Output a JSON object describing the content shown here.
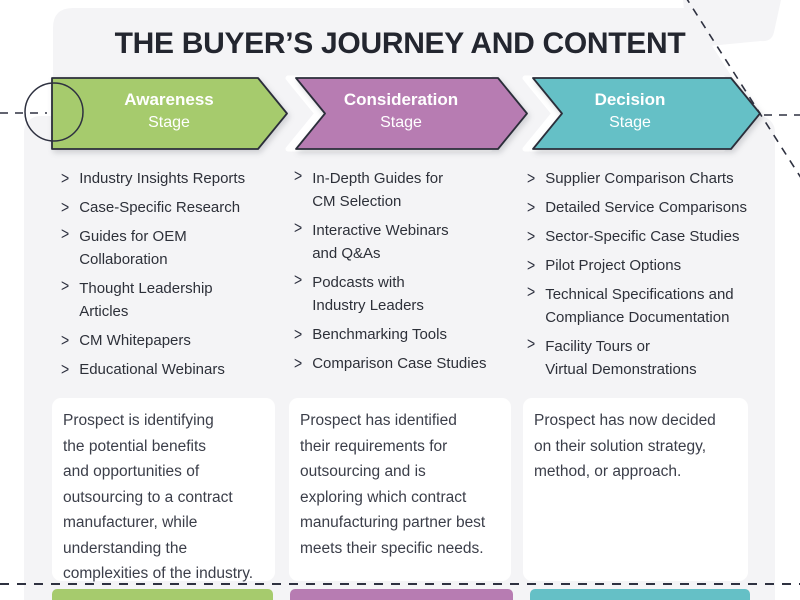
{
  "title": "THE BUYER’S JOURNEY AND CONTENT",
  "colors": {
    "card_gray": "#f4f4f6",
    "ink": "#2b2e3a",
    "list_text": "#2d3039",
    "box_text": "#3b3e49",
    "label_text": "#ffffff"
  },
  "stages": [
    {
      "name": "Awareness",
      "subtitle": "Stage",
      "color": "#a6cb6d",
      "items": [
        "Industry Insights Reports",
        "Case-Specific Research",
        "Guides for OEM\nCollaboration",
        "Thought Leadership\nArticles",
        "CM Whitepapers",
        "Educational Webinars"
      ],
      "description": "Prospect is identifying\nthe potential benefits\nand opportunities of\noutsourcing to a contract\nmanufacturer, while\nunderstanding the\ncomplexities of the industry."
    },
    {
      "name": "Consideration",
      "subtitle": "Stage",
      "color": "#b77cb2",
      "items": [
        "In-Depth Guides for\nCM Selection",
        "Interactive Webinars\nand Q&As",
        "Podcasts with\nIndustry Leaders",
        "Benchmarking Tools",
        "Comparison Case Studies"
      ],
      "description": "Prospect has identified\ntheir requirements for\noutsourcing and is\nexploring which contract\nmanufacturing partner best\nmeets their specific needs."
    },
    {
      "name": "Decision",
      "subtitle": "Stage",
      "color": "#65c0c6",
      "items": [
        "Supplier Comparison Charts",
        "Detailed Service Comparisons",
        "Sector-Specific Case Studies",
        "Pilot Project Options",
        "Technical Specifications and\nCompliance Documentation",
        "Facility Tours or\nVirtual Demonstrations"
      ],
      "description": "Prospect has now decided\non their solution strategy,\nmethod, or approach."
    }
  ]
}
